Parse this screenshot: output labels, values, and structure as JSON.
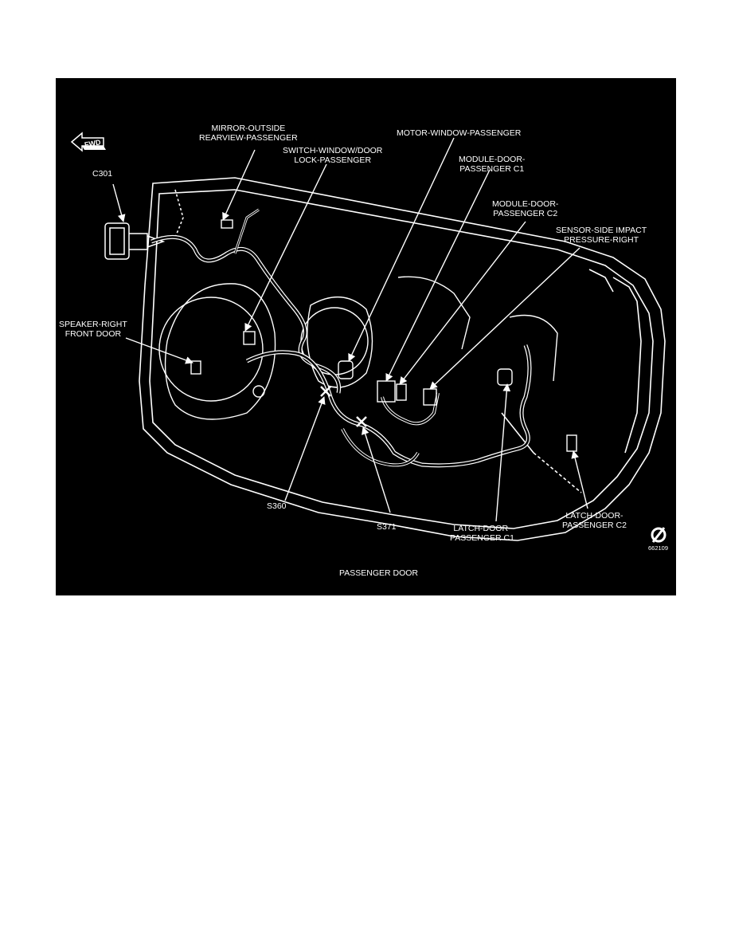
{
  "figure": {
    "caption": "PASSENGER DOOR",
    "figure_number": "662109",
    "direction_label": "FWD"
  },
  "callouts": {
    "c301": "C301",
    "mirror_line1": "MIRROR-OUTSIDE",
    "mirror_line2": "REARVIEW-PASSENGER",
    "switch_line1": "SWITCH-WINDOW/DOOR",
    "switch_line2": "LOCK-PASSENGER",
    "motor": "MOTOR-WINDOW-PASSENGER",
    "module_c1_line1": "MODULE-DOOR-",
    "module_c1_line2": "PASSENGER C1",
    "module_c2_line1": "MODULE-DOOR-",
    "module_c2_line2": "PASSENGER C2",
    "sensor_line1": "SENSOR-SIDE IMPACT",
    "sensor_line2": "PRESSURE-RIGHT",
    "speaker_line1": "SPEAKER-RIGHT",
    "speaker_line2": "FRONT DOOR",
    "s360": "S360",
    "s371": "S371",
    "latch_c1_line1": "LATCH-DOOR-",
    "latch_c1_line2": "PASSENGER C1",
    "latch_c2_line1": "LATCH-DOOR-",
    "latch_c2_line2": "PASSENGER C2"
  },
  "colors": {
    "background": "#000000",
    "linework": "#ffffff"
  }
}
